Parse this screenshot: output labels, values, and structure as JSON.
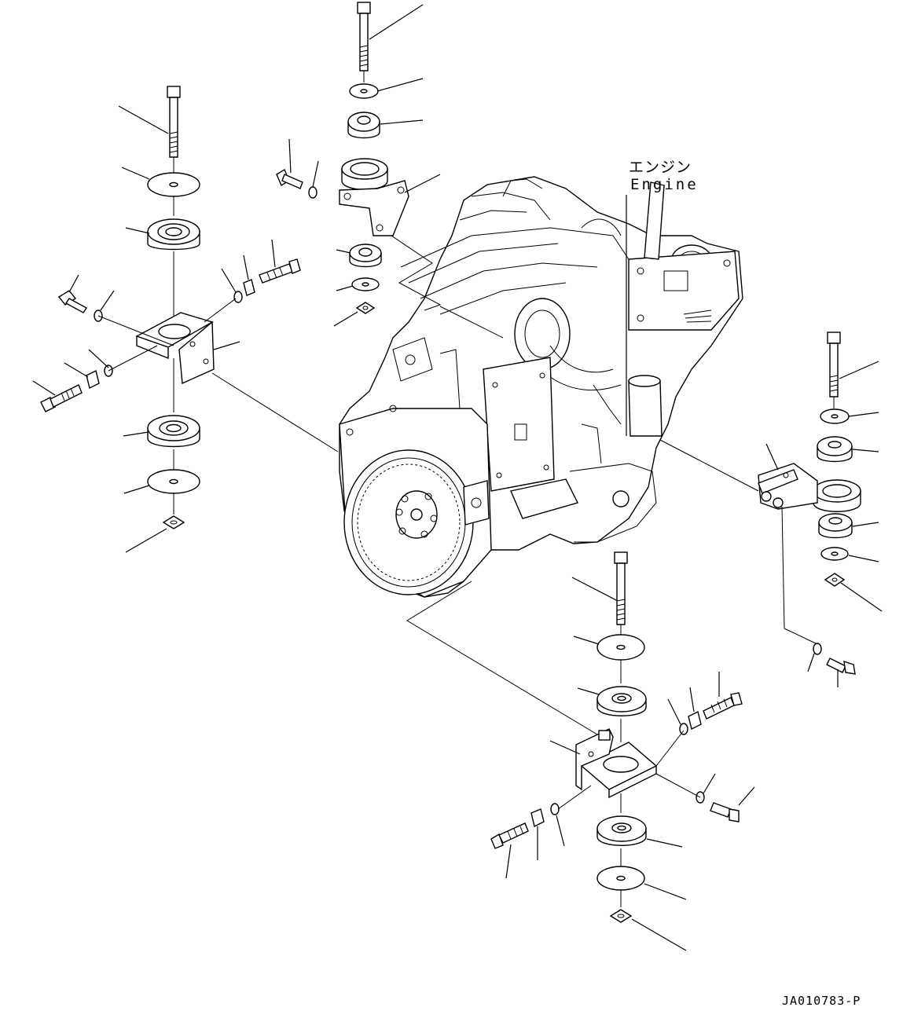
{
  "labels": {
    "engine_ja": "エンジン",
    "engine_en": "Engine",
    "drawing_number": "JA010783-P"
  },
  "colors": {
    "ink": "#000000",
    "paper": "#ffffff"
  },
  "parts": {
    "engine": "engine-assembly",
    "mounts": [
      "front-left-mount",
      "rear-top-mount",
      "rear-right-mount",
      "front-bottom-mount"
    ]
  }
}
